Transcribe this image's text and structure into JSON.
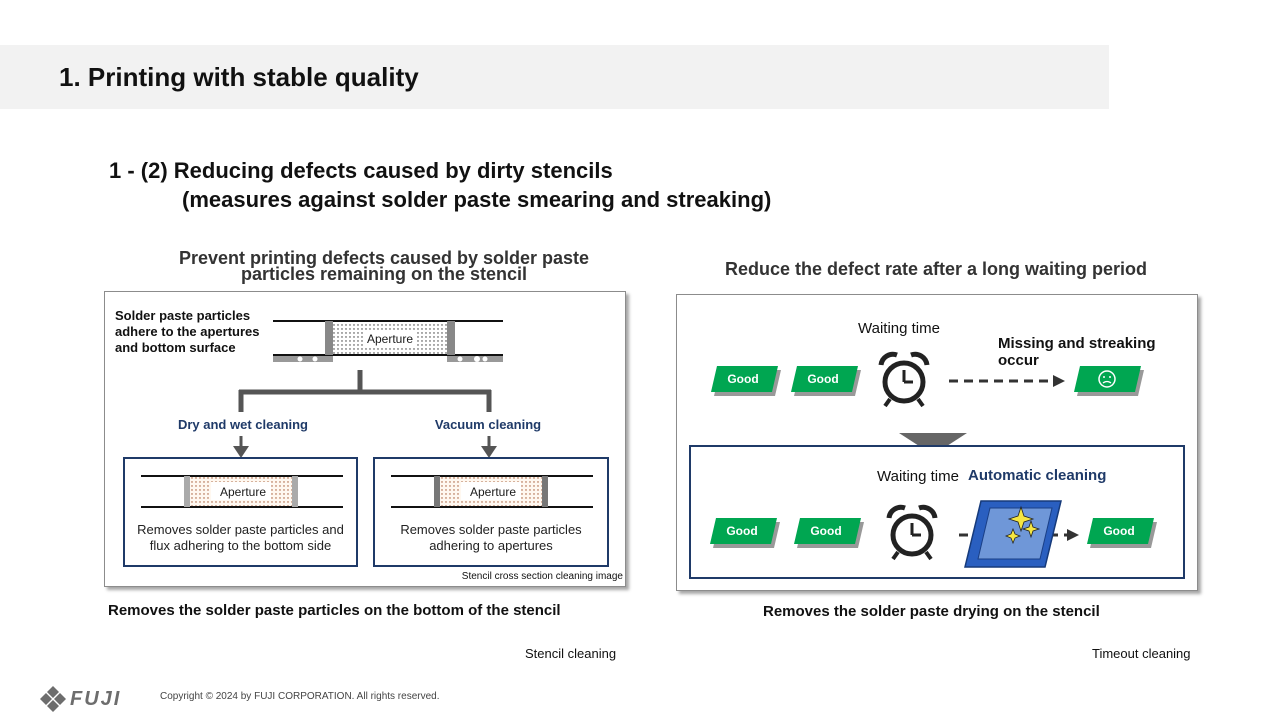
{
  "header": {
    "title": "1. Printing with stable quality"
  },
  "subtitle": {
    "line1": "1 - (2) Reducing defects caused by dirty stencils",
    "line2": "(measures against solder paste smearing and streaking)"
  },
  "left": {
    "heading": "Prevent printing defects caused by solder paste particles remaining on the stencil",
    "note": "Solder paste particles adhere to the apertures and bottom surface",
    "aperture_label": "Aperture",
    "dry_wet_label": "Dry and wet cleaning",
    "vacuum_label": "Vacuum cleaning",
    "dry_wet_desc": "Removes solder paste particles and flux adhering to the bottom side",
    "vacuum_desc": "Removes solder paste particles adhering to apertures",
    "image_caption": "Stencil cross section cleaning image",
    "bottom_caption": "Removes the solder paste particles on the bottom of the stencil",
    "footer_label": "Stencil cleaning"
  },
  "right": {
    "heading": "Reduce the defect rate after a long waiting period",
    "waiting_time": "Waiting time",
    "missing_text": "Missing and streaking occur",
    "automatic_cleaning": "Automatic cleaning",
    "good": "Good",
    "bottom_caption": "Removes the solder paste drying on the stencil",
    "footer_label": "Timeout cleaning"
  },
  "footer": {
    "logo": "FUJI",
    "copyright": "Copyright © 2024 by FUJI CORPORATION. All rights reserved."
  },
  "colors": {
    "good_green": "#00a651",
    "navy": "#1f3a68",
    "blue_stencil": "#3a78d6"
  },
  "icons": [
    "alarm-clock-icon",
    "sad-face-icon",
    "sparkle-icon",
    "down-arrow-icon",
    "fuji-logo-icon"
  ]
}
